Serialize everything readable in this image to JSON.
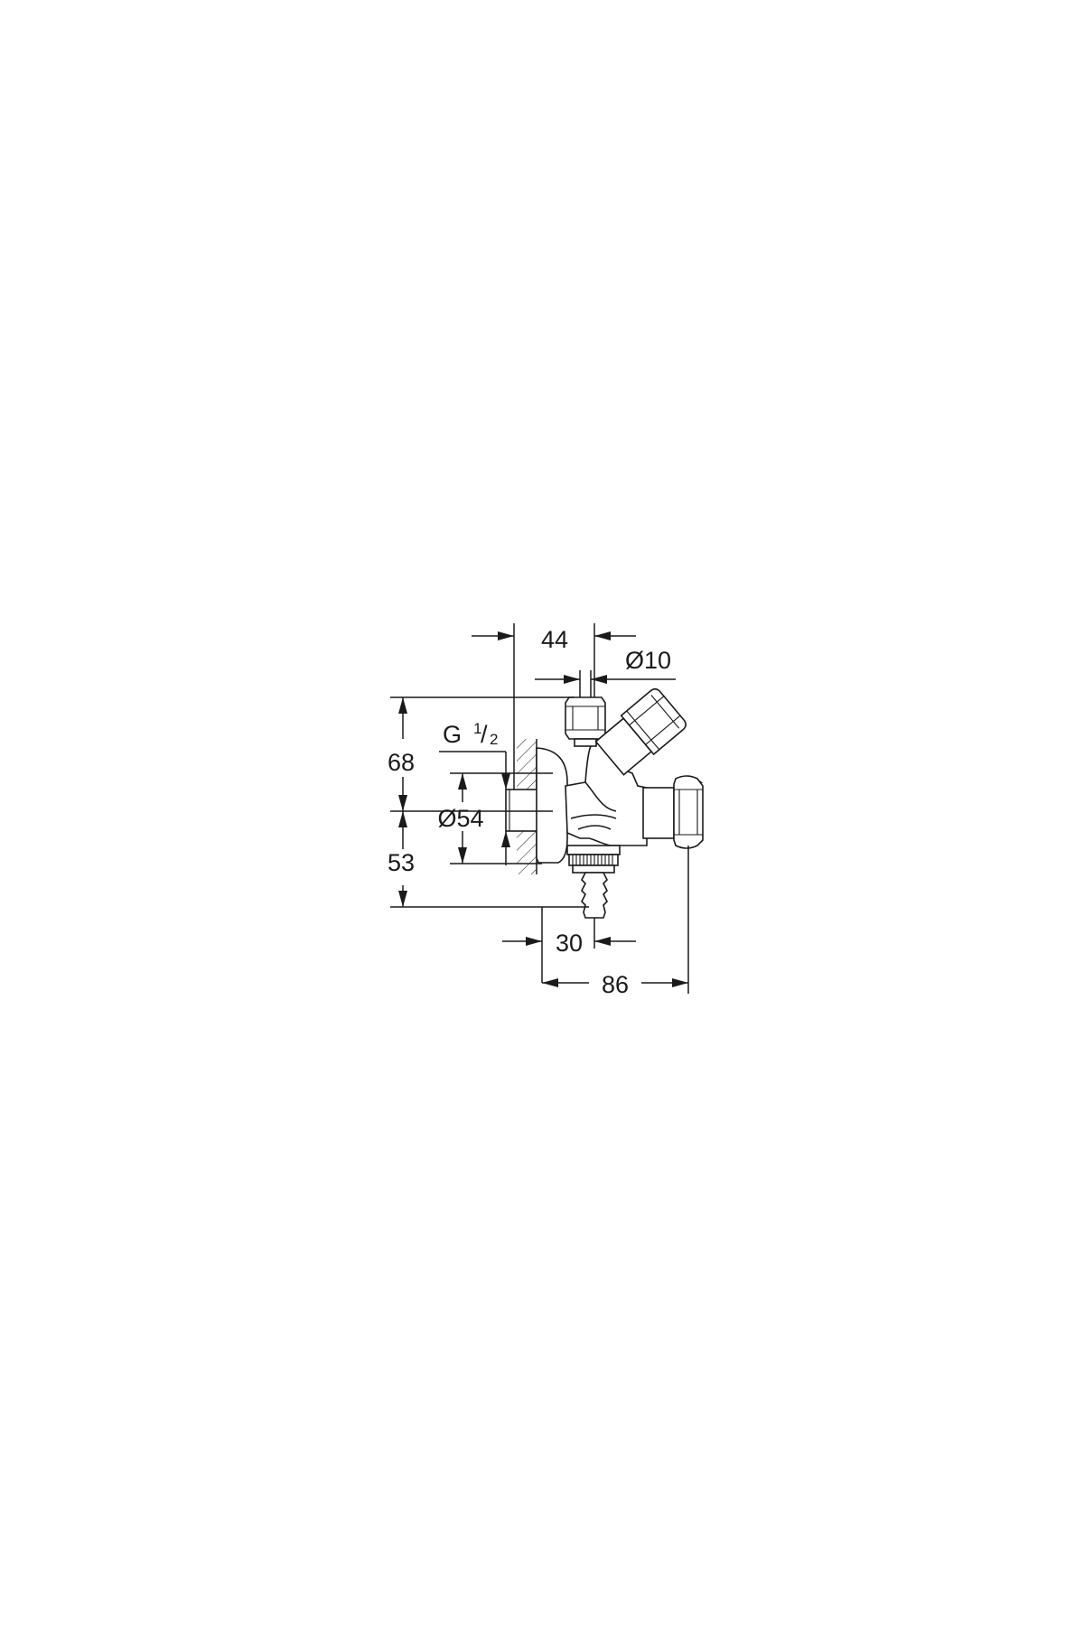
{
  "dimensions": {
    "top_width": "44",
    "pipe_diameter": "Ø10",
    "thread": "G",
    "thread_num": "1",
    "thread_den": "2",
    "height_upper": "68",
    "flange_diameter": "Ø54",
    "height_lower": "53",
    "outlet_offset": "30",
    "total_depth": "86"
  },
  "colors": {
    "line": "#1a1a1a",
    "background": "#ffffff"
  }
}
